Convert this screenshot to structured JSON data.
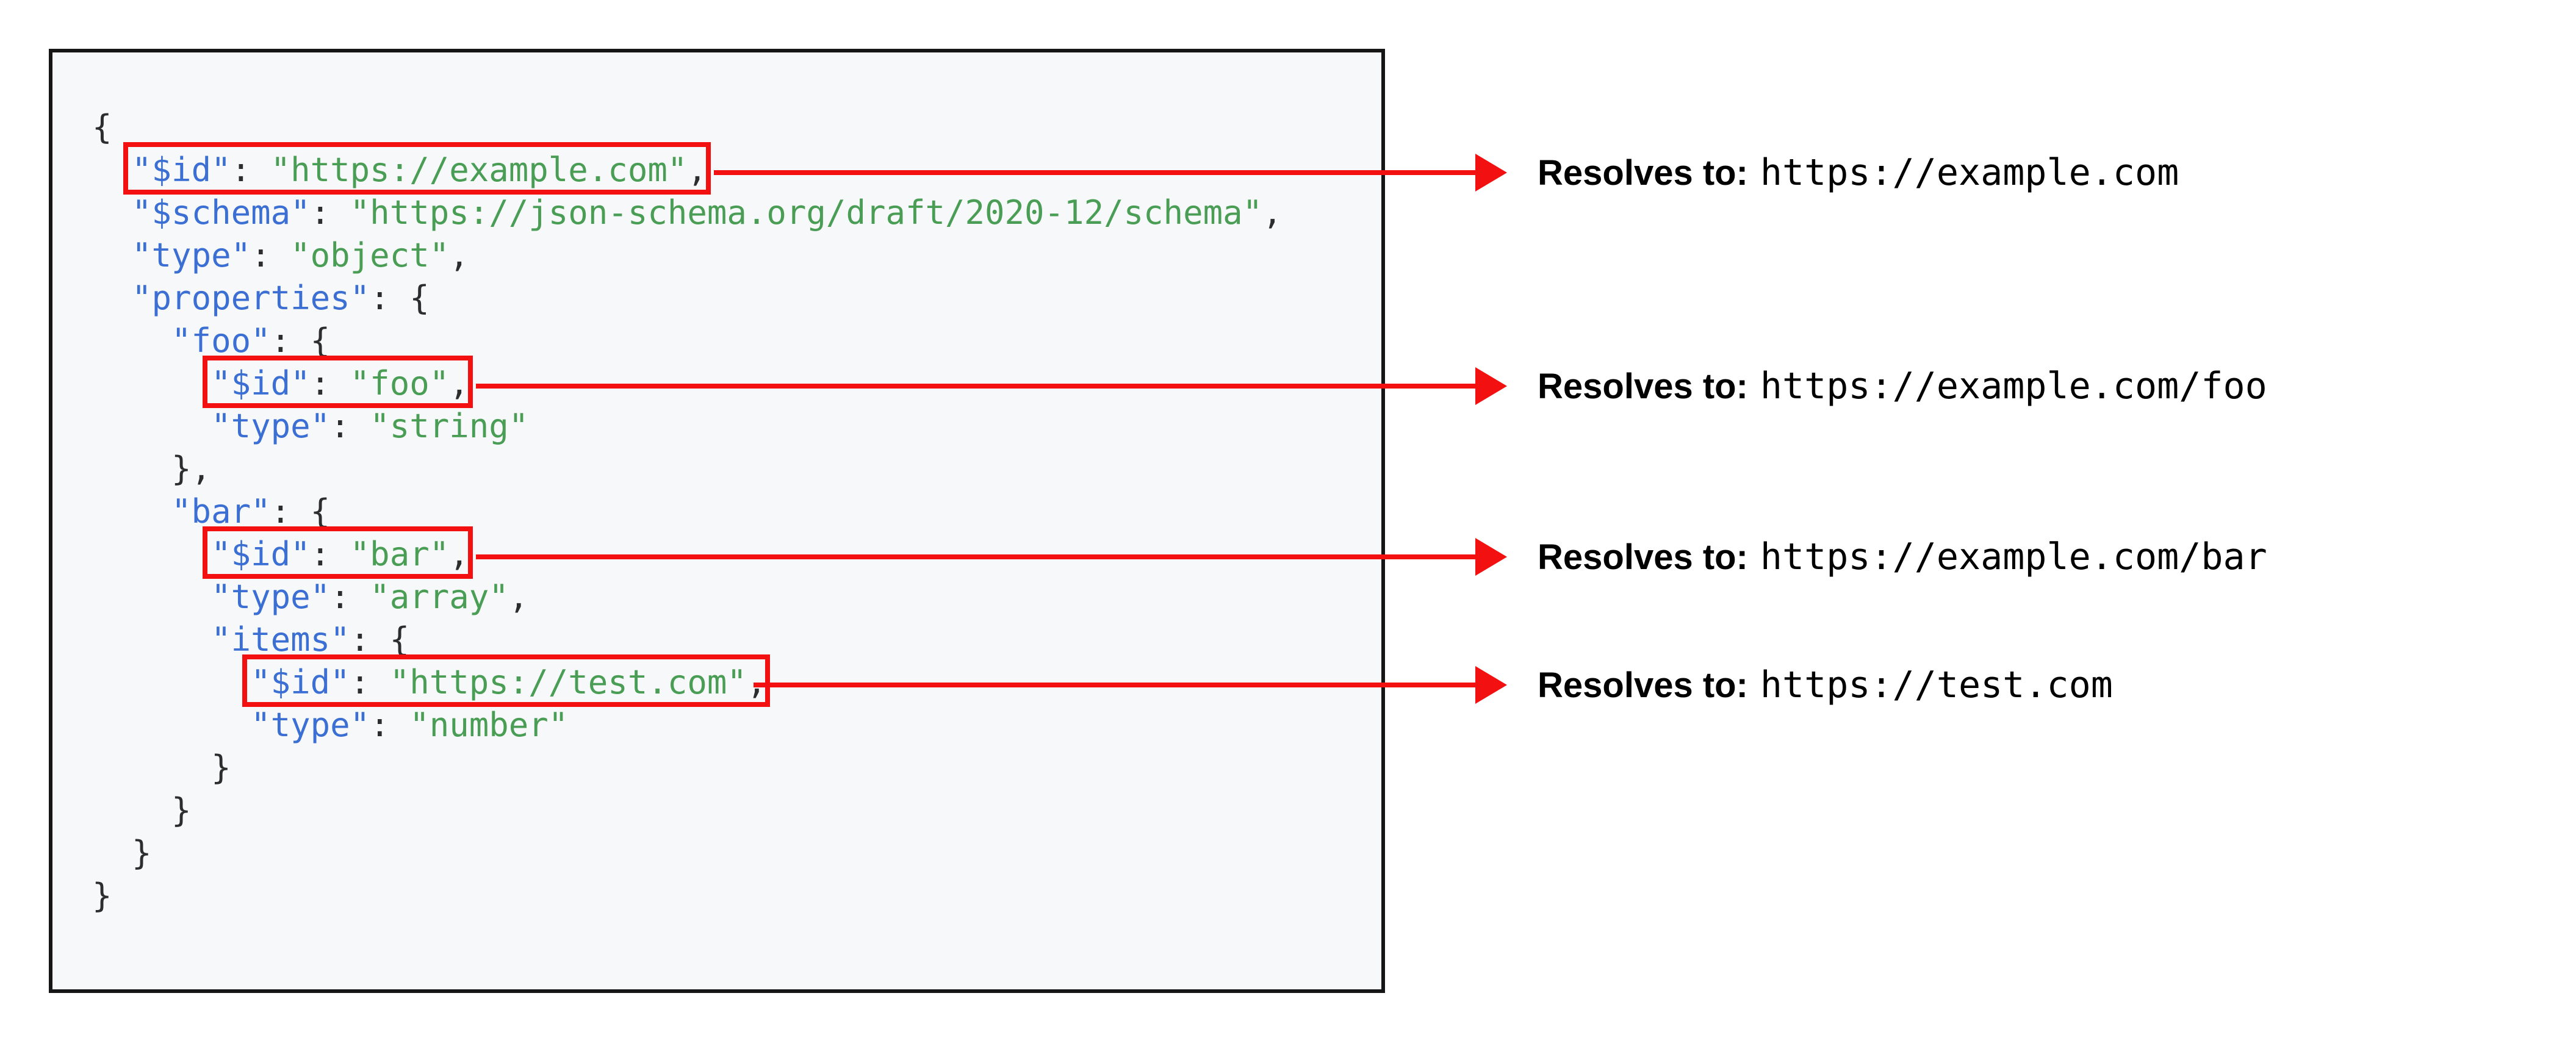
{
  "colors": {
    "accent_red": "#f21010",
    "key_blue": "#3c6fd4",
    "string_green": "#4a9d55",
    "punctuation": "#2d2d2d",
    "panel_background": "#f7f8f9",
    "panel_border": "#161616"
  },
  "code": {
    "language": "json",
    "lines": [
      {
        "segs": [
          [
            "p",
            "{"
          ]
        ]
      },
      {
        "segs": [
          [
            "p",
            "  "
          ]
        ],
        "box": [
          [
            "k",
            "\"$id\""
          ],
          [
            "p",
            ": "
          ],
          [
            "s",
            "\"https://example.com\""
          ],
          [
            "p",
            ","
          ]
        ]
      },
      {
        "segs": [
          [
            "p",
            "  "
          ],
          [
            "k",
            "\"$schema\""
          ],
          [
            "p",
            ": "
          ],
          [
            "s",
            "\"https://json-schema.org/draft/2020-12/schema\""
          ],
          [
            "p",
            ","
          ]
        ]
      },
      {
        "segs": [
          [
            "p",
            "  "
          ],
          [
            "k",
            "\"type\""
          ],
          [
            "p",
            ": "
          ],
          [
            "s",
            "\"object\""
          ],
          [
            "p",
            ","
          ]
        ]
      },
      {
        "segs": [
          [
            "p",
            "  "
          ],
          [
            "k",
            "\"properties\""
          ],
          [
            "p",
            ": {"
          ]
        ]
      },
      {
        "segs": [
          [
            "p",
            "    "
          ],
          [
            "k",
            "\"foo\""
          ],
          [
            "p",
            ": {"
          ]
        ]
      },
      {
        "segs": [
          [
            "p",
            "      "
          ]
        ],
        "box": [
          [
            "k",
            "\"$id\""
          ],
          [
            "p",
            ": "
          ],
          [
            "s",
            "\"foo\""
          ],
          [
            "p",
            ","
          ]
        ]
      },
      {
        "segs": [
          [
            "p",
            "      "
          ],
          [
            "k",
            "\"type\""
          ],
          [
            "p",
            ": "
          ],
          [
            "s",
            "\"string\""
          ]
        ]
      },
      {
        "segs": [
          [
            "p",
            "    },"
          ]
        ]
      },
      {
        "segs": [
          [
            "p",
            "    "
          ],
          [
            "k",
            "\"bar\""
          ],
          [
            "p",
            ": {"
          ]
        ]
      },
      {
        "segs": [
          [
            "p",
            "      "
          ]
        ],
        "box": [
          [
            "k",
            "\"$id\""
          ],
          [
            "p",
            ": "
          ],
          [
            "s",
            "\"bar\""
          ],
          [
            "p",
            ","
          ]
        ]
      },
      {
        "segs": [
          [
            "p",
            "      "
          ],
          [
            "k",
            "\"type\""
          ],
          [
            "p",
            ": "
          ],
          [
            "s",
            "\"array\""
          ],
          [
            "p",
            ","
          ]
        ]
      },
      {
        "segs": [
          [
            "p",
            "      "
          ],
          [
            "k",
            "\"items\""
          ],
          [
            "p",
            ": {"
          ]
        ]
      },
      {
        "segs": [
          [
            "p",
            "        "
          ]
        ],
        "box": [
          [
            "k",
            "\"$id\""
          ],
          [
            "p",
            ": "
          ],
          [
            "s",
            "\"https://test.com\""
          ],
          [
            "p",
            ","
          ]
        ]
      },
      {
        "segs": [
          [
            "p",
            "        "
          ],
          [
            "k",
            "\"type\""
          ],
          [
            "p",
            ": "
          ],
          [
            "s",
            "\"number\""
          ]
        ]
      },
      {
        "segs": [
          [
            "p",
            "      }"
          ]
        ]
      },
      {
        "segs": [
          [
            "p",
            "    }"
          ]
        ]
      },
      {
        "segs": [
          [
            "p",
            "  }"
          ]
        ]
      },
      {
        "segs": [
          [
            "p",
            "}"
          ]
        ]
      }
    ]
  },
  "annotations": [
    {
      "label": "Resolves to:",
      "value": "https://example.com"
    },
    {
      "label": "Resolves to:",
      "value": "https://example.com/foo"
    },
    {
      "label": "Resolves to:",
      "value": "https://example.com/bar"
    },
    {
      "label": "Resolves to:",
      "value": "https://test.com"
    }
  ]
}
